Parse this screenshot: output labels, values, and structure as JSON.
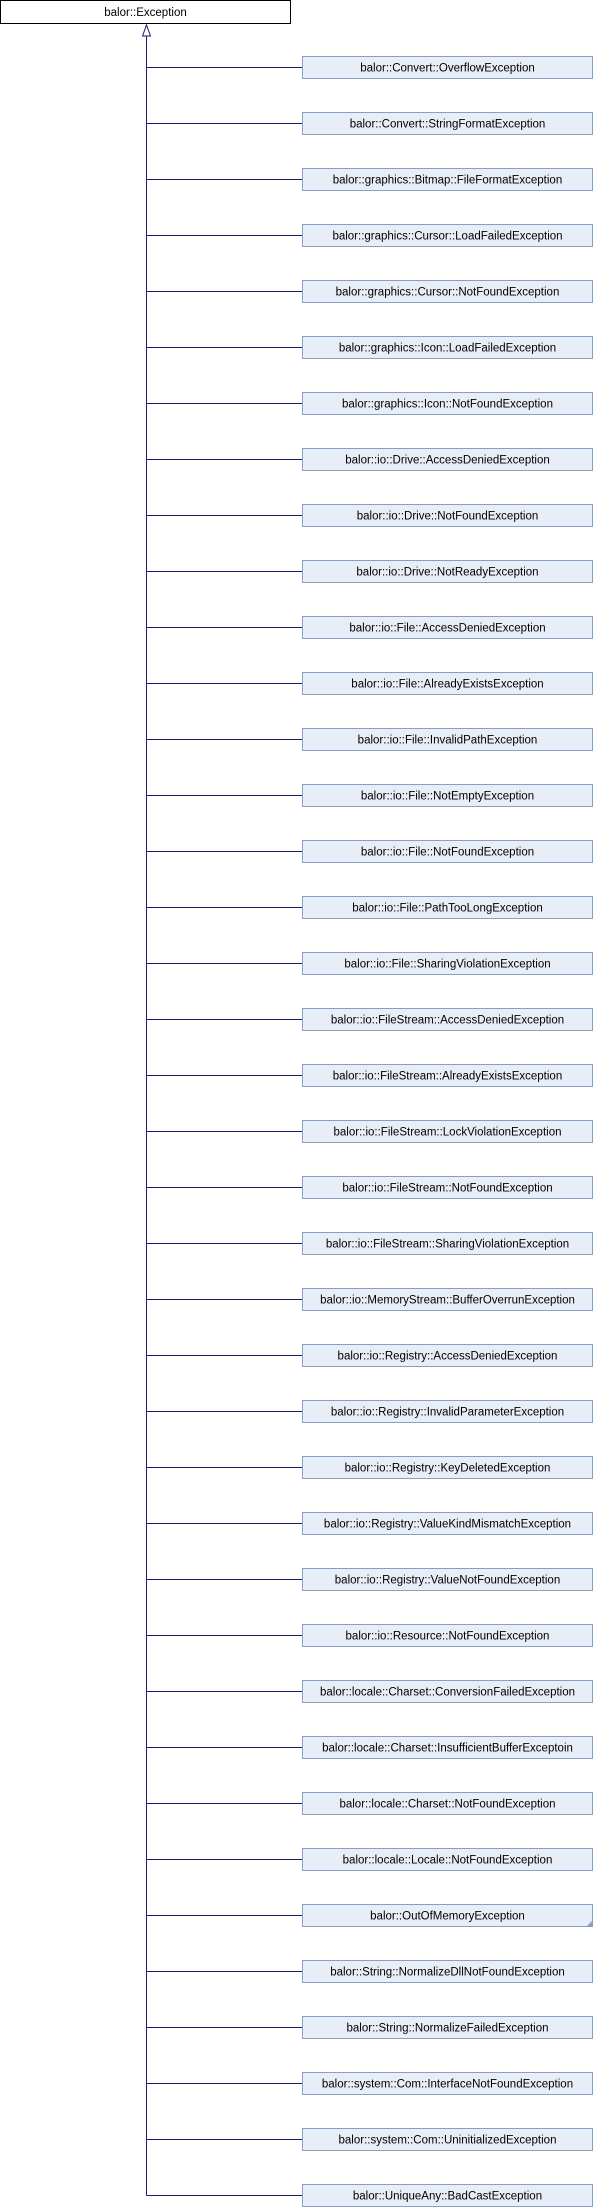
{
  "colors": {
    "edge": "#191970",
    "root_fill": "#ffffff",
    "root_border": "#000000",
    "child_fill": "#e8eef7",
    "child_border": "#84a0c9",
    "text": "#000000"
  },
  "root": {
    "label": "balor::Exception"
  },
  "children": [
    {
      "label": "balor::Convert::OverflowException"
    },
    {
      "label": "balor::Convert::StringFormatException"
    },
    {
      "label": "balor::graphics::Bitmap::FileFormatException"
    },
    {
      "label": "balor::graphics::Cursor::LoadFailedException"
    },
    {
      "label": "balor::graphics::Cursor::NotFoundException"
    },
    {
      "label": "balor::graphics::Icon::LoadFailedException"
    },
    {
      "label": "balor::graphics::Icon::NotFoundException"
    },
    {
      "label": "balor::io::Drive::AccessDeniedException"
    },
    {
      "label": "balor::io::Drive::NotFoundException"
    },
    {
      "label": "balor::io::Drive::NotReadyException"
    },
    {
      "label": "balor::io::File::AccessDeniedException"
    },
    {
      "label": "balor::io::File::AlreadyExistsException"
    },
    {
      "label": "balor::io::File::InvalidPathException"
    },
    {
      "label": "balor::io::File::NotEmptyException"
    },
    {
      "label": "balor::io::File::NotFoundException"
    },
    {
      "label": "balor::io::File::PathTooLongException"
    },
    {
      "label": "balor::io::File::SharingViolationException"
    },
    {
      "label": "balor::io::FileStream::AccessDeniedException"
    },
    {
      "label": "balor::io::FileStream::AlreadyExistsException"
    },
    {
      "label": "balor::io::FileStream::LockViolationException"
    },
    {
      "label": "balor::io::FileStream::NotFoundException"
    },
    {
      "label": "balor::io::FileStream::SharingViolationException"
    },
    {
      "label": "balor::io::MemoryStream::BufferOverrunException"
    },
    {
      "label": "balor::io::Registry::AccessDeniedException"
    },
    {
      "label": "balor::io::Registry::InvalidParameterException"
    },
    {
      "label": "balor::io::Registry::KeyDeletedException"
    },
    {
      "label": "balor::io::Registry::ValueKindMismatchException"
    },
    {
      "label": "balor::io::Registry::ValueNotFoundException"
    },
    {
      "label": "balor::io::Resource::NotFoundException"
    },
    {
      "label": "balor::locale::Charset::ConversionFailedException"
    },
    {
      "label": "balor::locale::Charset::InsufficientBufferExceptoin"
    },
    {
      "label": "balor::locale::Charset::NotFoundException"
    },
    {
      "label": "balor::locale::Locale::NotFoundException"
    },
    {
      "label": "balor::OutOfMemoryException",
      "has_more": true
    },
    {
      "label": "balor::String::NormalizeDllNotFoundException"
    },
    {
      "label": "balor::String::NormalizeFailedException"
    },
    {
      "label": "balor::system::Com::InterfaceNotFoundException"
    },
    {
      "label": "balor::system::Com::UninitializedException"
    },
    {
      "label": "balor::UniqueAny::BadCastException"
    }
  ]
}
